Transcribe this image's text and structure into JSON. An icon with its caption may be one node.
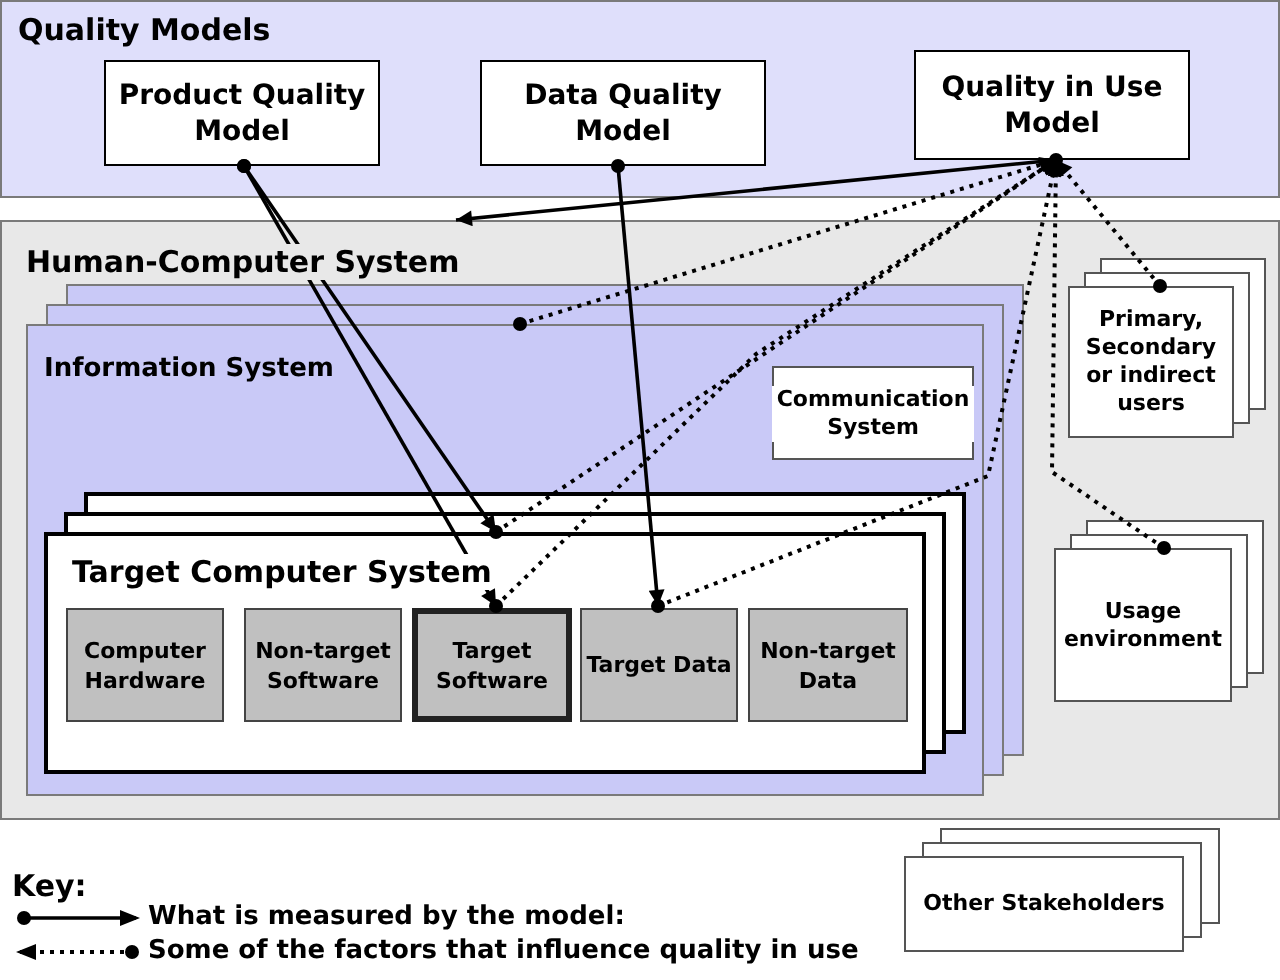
{
  "diagram": {
    "nodes": [
      {
        "text": [
          "Quality Models"
        ]
      },
      {
        "text": [
          "Product Quality Model"
        ],
        "in": 0
      },
      {
        "text": [
          "Data Quality Model"
        ],
        "in": 0
      },
      {
        "text": [
          "Quality in Use Model"
        ],
        "in": 0
      },
      {
        "text": [
          "Human-Computer System"
        ]
      },
      {
        "text": [
          "Information System"
        ],
        "in": 4
      },
      {
        "text": [
          "Communication System"
        ],
        "in": 5
      },
      {
        "text": [
          "Target Computer System"
        ],
        "in": 5
      },
      {
        "text": [
          "Computer Hardware"
        ],
        "in": 7
      },
      {
        "text": [
          "Non-target Software"
        ],
        "in": 7
      },
      {
        "text": [
          "Target Software"
        ],
        "in": 7
      },
      {
        "text": [
          "Target Data"
        ],
        "in": 7
      },
      {
        "text": [
          "Non-target Data"
        ],
        "in": 7
      },
      {
        "text": [
          "Primary, Secondary or indirect users"
        ],
        "in": 4
      },
      {
        "text": [
          "Usage environment"
        ],
        "in": 4
      },
      {
        "text": [
          "Other Stakeholders"
        ]
      }
    ],
    "edges": [
      {
        "from": 1,
        "to": 7,
        "arrow": "to"
      },
      {
        "from": 1,
        "to": 10,
        "arrow": "to"
      },
      {
        "from": 2,
        "to": 11,
        "arrow": "to"
      },
      {
        "from": 3,
        "to": 4,
        "arrow": "to"
      },
      {
        "from": 5,
        "to": 3,
        "arrow": "to",
        "style": "dashed"
      },
      {
        "from": 7,
        "to": 3,
        "arrow": "to",
        "style": "dashed"
      },
      {
        "from": 10,
        "to": 3,
        "arrow": "to",
        "style": "dashed"
      },
      {
        "from": 11,
        "to": 3,
        "arrow": "to",
        "style": "dashed"
      },
      {
        "from": 13,
        "to": 3,
        "arrow": "to",
        "style": "dashed"
      },
      {
        "from": 14,
        "to": 3,
        "arrow": "to",
        "style": "dashed"
      }
    ],
    "labels": [
      "Key:"
    ],
    "legend": [
      {
        "text": "What is measured by the model:"
      },
      {
        "text": "Some of the factors that influence quality in use"
      }
    ]
  }
}
